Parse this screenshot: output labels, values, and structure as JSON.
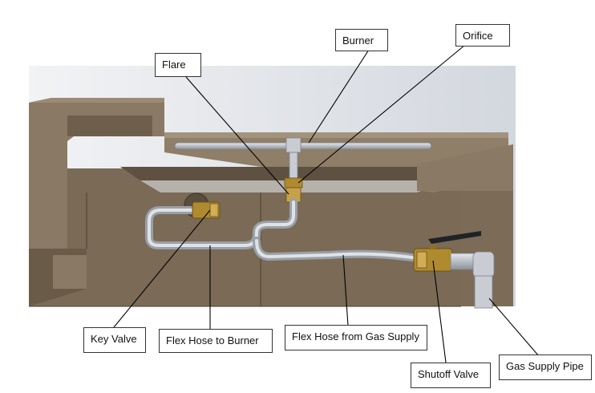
{
  "colors": {
    "wall_dark": "#6e5f4d",
    "wall_mid": "#8a7964",
    "wall_light": "#a3937d",
    "sky": "#d8dbe0",
    "pipe": "#c9ccd2",
    "brass": "#b08a2e",
    "steel": "#9aa0a8",
    "leader": "#000000"
  },
  "labels": {
    "burner": "Burner",
    "orifice": "Orifice",
    "flare": "Flare",
    "key_valve": "Key Valve",
    "flex_hose_burner": "Flex Hose to Burner",
    "flex_hose_supply": "Flex Hose from Gas Supply",
    "shutoff_valve": "Shutoff Valve",
    "gas_supply_pipe": "Gas Supply Pipe"
  }
}
